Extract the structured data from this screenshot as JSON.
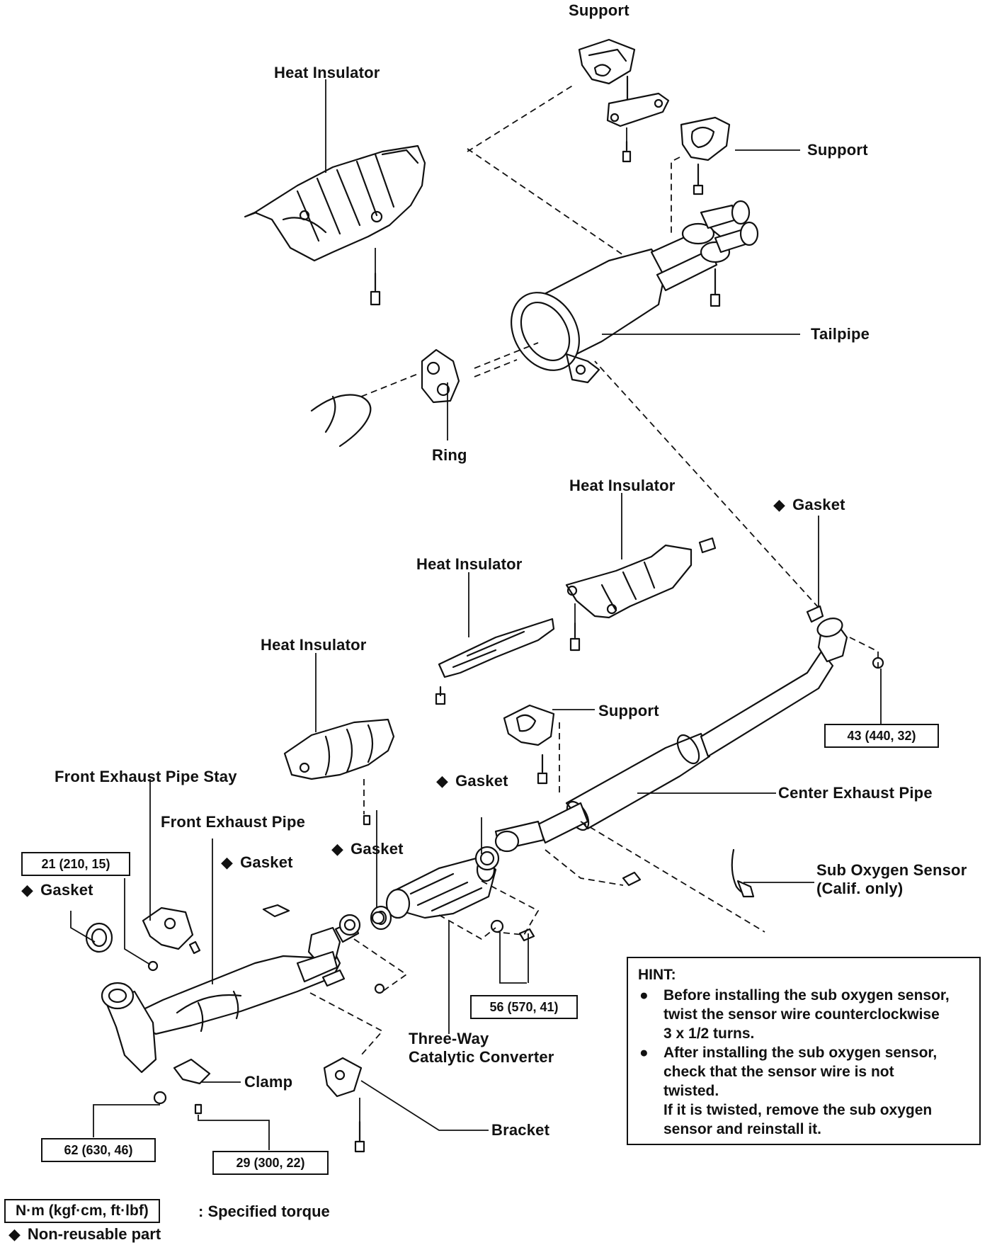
{
  "labels": {
    "support_top": "Support",
    "support_right": "Support",
    "support_center": "Support",
    "heat_insulator_top": "Heat Insulator",
    "heat_insulator_mid_right": "Heat Insulator",
    "heat_insulator_mid": "Heat Insulator",
    "heat_insulator_front": "Heat Insulator",
    "tailpipe": "Tailpipe",
    "ring": "Ring",
    "gasket_tail": "Gasket",
    "gasket_catalytic_rear": "Gasket",
    "gasket_catalytic_front": "Gasket",
    "gasket_front_pipe": "Gasket",
    "gasket_manifold": "Gasket",
    "center_exhaust_pipe": "Center Exhaust Pipe",
    "front_exhaust_pipe_stay": "Front Exhaust Pipe Stay",
    "front_exhaust_pipe": "Front Exhaust Pipe",
    "sub_oxygen_sensor_line1": "Sub Oxygen Sensor",
    "sub_oxygen_sensor_line2": "(Calif. only)",
    "three_way_line1": "Three-Way",
    "three_way_line2": "Catalytic Converter",
    "clamp": "Clamp",
    "bracket": "Bracket"
  },
  "torques": {
    "t43": "43 (440, 32)",
    "t21": "21 (210, 15)",
    "t56": "56 (570, 41)",
    "t62": "62 (630, 46)",
    "t29": "29 (300, 22)"
  },
  "hint": {
    "title": "HINT:",
    "item1_lines": [
      "Before installing the sub oxygen sensor,",
      "twist the sensor wire counterclockwise",
      "3 x 1/2 turns."
    ],
    "item2_lines": [
      "After installing the sub oxygen sensor,",
      "check that the sensor wire is not",
      "twisted.",
      "If it is twisted, remove the sub oxygen",
      "sensor and reinstall it."
    ]
  },
  "legend": {
    "unit_box": "N·m (kgf·cm, ft·lbf)",
    "unit_text": ": Specified torque",
    "nonreusable_text": "Non-reusable part"
  },
  "symbols": {
    "bullet": "●",
    "diamond": "◆"
  }
}
